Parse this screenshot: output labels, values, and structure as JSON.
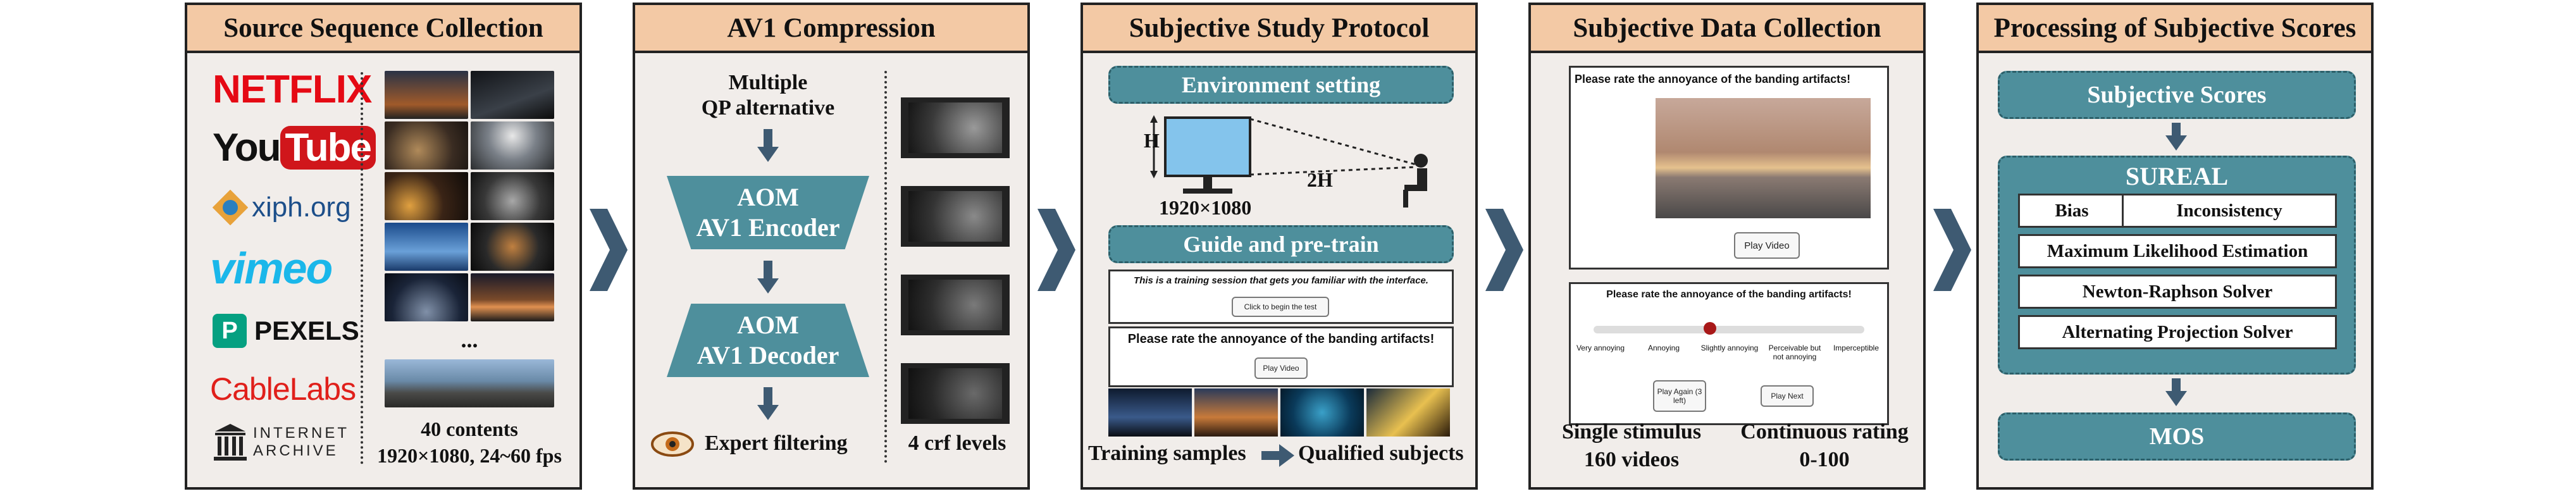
{
  "colors": {
    "panel_header": "#f3c9a5",
    "panel_bg": "#f1edea",
    "teal": "#4e8f9c",
    "arrow": "#3e5a72"
  },
  "panel1": {
    "title": "Source Sequence Collection",
    "logos": [
      "NETFLIX",
      "You",
      "Tube",
      "xiph.org",
      "vimeo",
      "PEXELS",
      "CableLabs",
      "INTERNET",
      "ARCHIVE"
    ],
    "ellipsis": "...",
    "caption_line1": "40 contents",
    "caption_line2": "1920×1080, 24~60 fps"
  },
  "panel2": {
    "title": "AV1 Compression",
    "input_line1": "Multiple",
    "input_line2": "QP alternative",
    "encoder_line1": "AOM",
    "encoder_line2": "AV1 Encoder",
    "decoder_line1": "AOM",
    "decoder_line2": "AV1 Decoder",
    "filter_label": "Expert filtering",
    "crf_label": "4 crf levels"
  },
  "panel3": {
    "title": "Subjective Study Protocol",
    "env_label": "Environment setting",
    "h_label": "H",
    "distance_label": "2H",
    "resolution": "1920×1080",
    "guide_label": "Guide and pre-train",
    "training_text": "This is a training session that gets you familiar with the interface.",
    "begin_button": "Click to begin the test",
    "rate_prompt": "Please rate the annoyance of the banding artifacts!",
    "play_button": "Play Video",
    "training_samples": "Training samples",
    "qualified": "Qualified subjects"
  },
  "panel4": {
    "title": "Subjective Data Collection",
    "prompt1": "Please rate the annoyance of the banding artifacts!",
    "play_button": "Play Video",
    "prompt2": "Please rate the annoyance of the banding artifacts!",
    "scale": [
      "Very annoying",
      "Annoying",
      "Slightly annoying",
      "Perceivable but not annoying",
      "Imperceptible"
    ],
    "rating_value": 0.43,
    "play_again": "Play Again (3 left)",
    "play_next": "Play Next",
    "single_line1": "Single stimulus",
    "single_line2": "160 videos",
    "cont_line1": "Continuous rating",
    "cont_line2": "0-100"
  },
  "panel5": {
    "title": "Processing of Subjective Scores",
    "scores_label": "Subjective Scores",
    "sureal_label": "SUREAL",
    "bias": "Bias",
    "inconsistency": "Inconsistency",
    "mle": "Maximum Likelihood Estimation",
    "newton": "Newton-Raphson Solver",
    "alternating": "Alternating Projection Solver",
    "mos": "MOS"
  }
}
